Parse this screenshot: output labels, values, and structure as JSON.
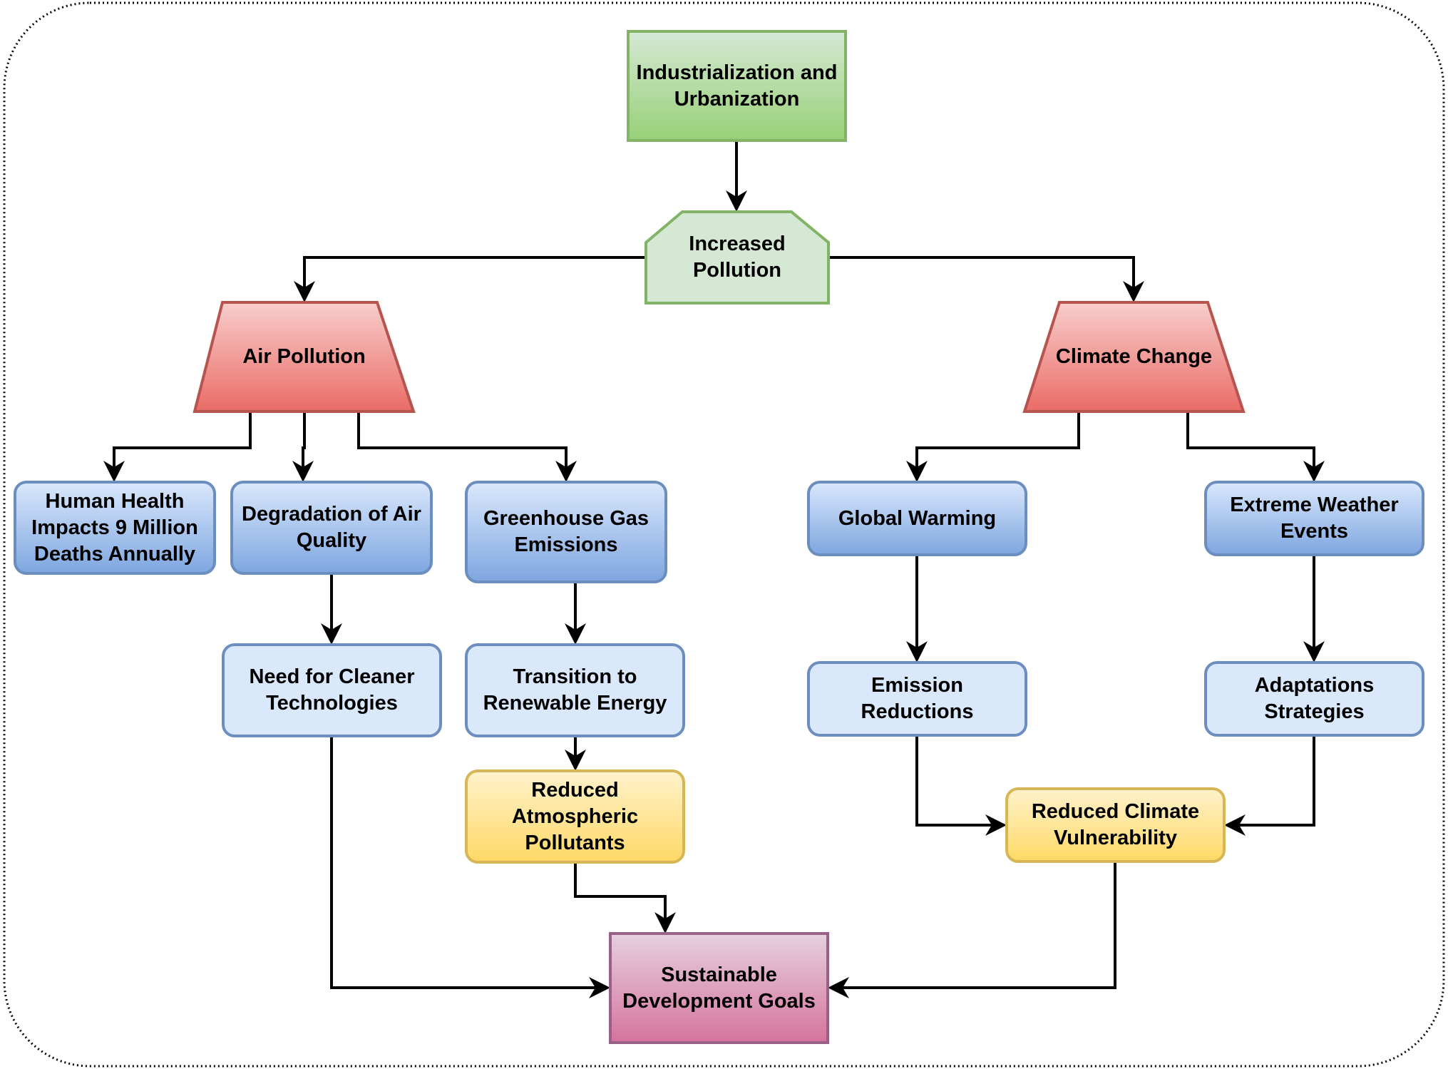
{
  "colors": {
    "border": "#000000",
    "arrow": "#000000",
    "green_dark_fill_top": "#d5e8d4",
    "green_dark_fill_bottom": "#97d077",
    "green_stroke": "#82b366",
    "green_light_fill": "#d5e8d4",
    "red_fill_top": "#f8cecc",
    "red_fill_bottom": "#ea6b66",
    "red_stroke": "#b85450",
    "blue_fill_top": "#dae8fc",
    "blue_fill_bottom": "#7ea6e0",
    "blue_light_fill": "#dae8fc",
    "blue_stroke": "#6c8ebf",
    "yellow_fill_top": "#fff2cc",
    "yellow_fill_bottom": "#ffd966",
    "yellow_stroke": "#d6b656",
    "pink_fill_top": "#e6d0de",
    "pink_fill_bottom": "#d5739d",
    "pink_stroke": "#996185"
  },
  "nodes": {
    "industrialization": {
      "label": "Industrialization and\nUrbanization",
      "shape": "rectangle",
      "style": "green-gradient"
    },
    "increased_pollution": {
      "label": "Increased\nPollution",
      "shape": "loop-limit",
      "style": "green-light"
    },
    "air_pollution": {
      "label": "Air Pollution",
      "shape": "trapezoid",
      "style": "red-gradient"
    },
    "climate_change": {
      "label": "Climate Change",
      "shape": "trapezoid",
      "style": "red-gradient"
    },
    "human_health": {
      "label": "Human Health\nImpacts 9 Million\nDeaths Annually",
      "shape": "rounded-rectangle",
      "style": "blue-gradient"
    },
    "degradation_air_quality": {
      "label": "Degradation of Air\nQuality",
      "shape": "rounded-rectangle",
      "style": "blue-gradient"
    },
    "greenhouse_gas": {
      "label": "Greenhouse Gas\nEmissions",
      "shape": "rounded-rectangle",
      "style": "blue-gradient"
    },
    "global_warming": {
      "label": "Global Warming",
      "shape": "rounded-rectangle",
      "style": "blue-gradient"
    },
    "extreme_weather": {
      "label": "Extreme Weather\nEvents",
      "shape": "rounded-rectangle",
      "style": "blue-gradient"
    },
    "cleaner_tech": {
      "label": "Need for Cleaner\nTechnologies",
      "shape": "rounded-rectangle",
      "style": "blue-light"
    },
    "renewable_energy": {
      "label": "Transition to\nRenewable Energy",
      "shape": "rounded-rectangle",
      "style": "blue-light"
    },
    "emission_reductions": {
      "label": "Emission\nReductions",
      "shape": "rounded-rectangle",
      "style": "blue-light"
    },
    "adaptation_strategies": {
      "label": "Adaptations\nStrategies",
      "shape": "rounded-rectangle",
      "style": "blue-light"
    },
    "reduced_pollutants": {
      "label": "Reduced\nAtmospheric\nPollutants",
      "shape": "rounded-rectangle",
      "style": "yellow-gradient"
    },
    "reduced_vulnerability": {
      "label": "Reduced Climate\nVulnerability",
      "shape": "rounded-rectangle",
      "style": "yellow-gradient"
    },
    "sdg": {
      "label": "Sustainable\nDevelopment Goals",
      "shape": "rectangle",
      "style": "pink-gradient"
    }
  },
  "edges": [
    {
      "from": "industrialization",
      "to": "increased_pollution"
    },
    {
      "from": "increased_pollution",
      "to": "air_pollution"
    },
    {
      "from": "increased_pollution",
      "to": "climate_change"
    },
    {
      "from": "air_pollution",
      "to": "human_health"
    },
    {
      "from": "air_pollution",
      "to": "degradation_air_quality"
    },
    {
      "from": "air_pollution",
      "to": "greenhouse_gas"
    },
    {
      "from": "climate_change",
      "to": "global_warming"
    },
    {
      "from": "climate_change",
      "to": "extreme_weather"
    },
    {
      "from": "degradation_air_quality",
      "to": "cleaner_tech"
    },
    {
      "from": "greenhouse_gas",
      "to": "renewable_energy"
    },
    {
      "from": "global_warming",
      "to": "emission_reductions"
    },
    {
      "from": "extreme_weather",
      "to": "adaptation_strategies"
    },
    {
      "from": "renewable_energy",
      "to": "reduced_pollutants"
    },
    {
      "from": "emission_reductions",
      "to": "reduced_vulnerability"
    },
    {
      "from": "adaptation_strategies",
      "to": "reduced_vulnerability"
    },
    {
      "from": "cleaner_tech",
      "to": "sdg"
    },
    {
      "from": "reduced_pollutants",
      "to": "sdg"
    },
    {
      "from": "reduced_vulnerability",
      "to": "sdg"
    }
  ]
}
